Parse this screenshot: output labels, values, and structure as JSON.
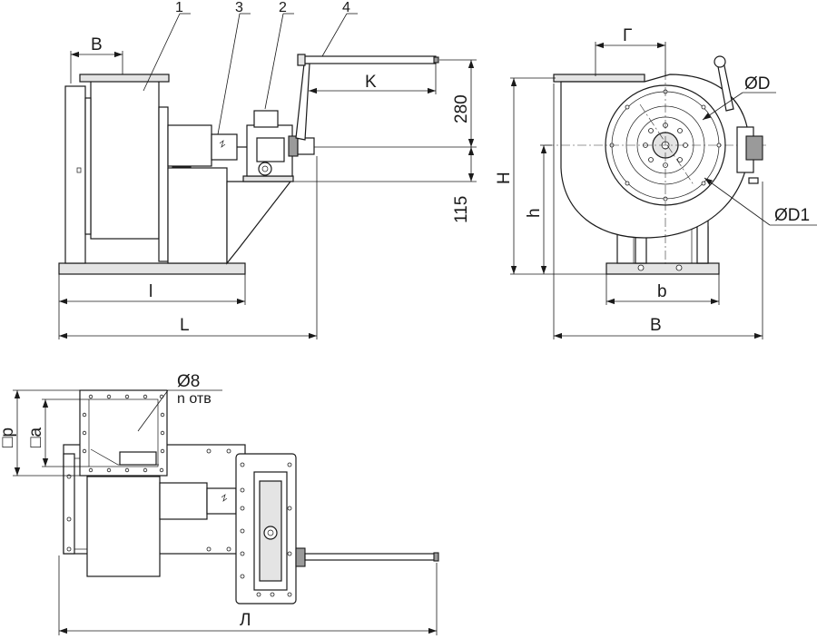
{
  "views": {
    "side": {
      "callouts": [
        "1",
        "3",
        "2",
        "4"
      ],
      "dims": {
        "B": "B",
        "K": "K",
        "d280": "280",
        "d115": "115",
        "l": "l",
        "L": "L"
      }
    },
    "front": {
      "dims": {
        "G": "Г",
        "H": "H",
        "h": "h",
        "D": "ØD",
        "D1": "ØD1",
        "b": "b",
        "B": "B"
      }
    },
    "top": {
      "dims": {
        "p": "□p",
        "a": "□a",
        "d8": "Ø8",
        "holes": "n отв",
        "Lk": "Л"
      }
    }
  }
}
